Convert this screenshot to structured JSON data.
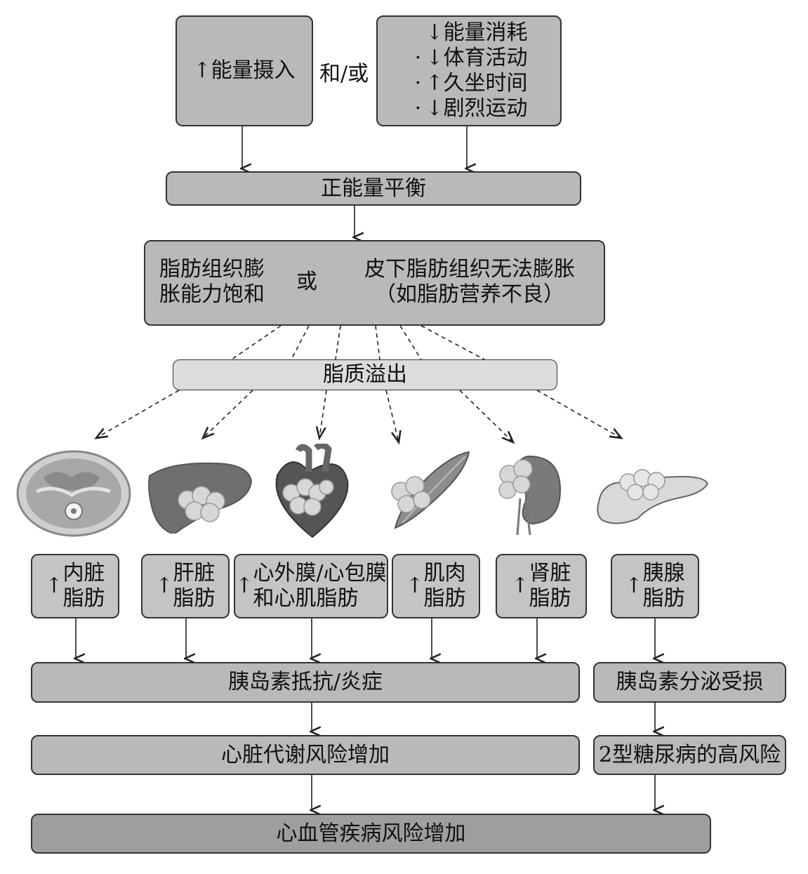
{
  "intake": {
    "arrow": "↑",
    "text": "能量摄入"
  },
  "connector": "和/或",
  "expenditure": {
    "lines": [
      {
        "bullet": "",
        "arrow": "↓",
        "text": "能量消耗"
      },
      {
        "bullet": "·",
        "arrow": "↓",
        "text": "体育活动"
      },
      {
        "bullet": "·",
        "arrow": "↑",
        "text": "久坐时间"
      },
      {
        "bullet": "·",
        "arrow": "↓",
        "text": "剧烈运动"
      }
    ]
  },
  "positive_balance": "正能量平衡",
  "adipose": {
    "left_line1": "脂肪组织膨",
    "left_line2": "胀能力饱和",
    "or": "或",
    "right_line1": "皮下脂肪组织无法膨胀",
    "right_line2": "（如脂肪营养不良）"
  },
  "lipid_spillover": "脂质溢出",
  "organs": [
    {
      "icon": "abdomen-ct",
      "arrow": "↑",
      "line1": "内脏",
      "line2": "脂肪"
    },
    {
      "icon": "liver",
      "arrow": "↑",
      "line1": "肝脏",
      "line2": "脂肪"
    },
    {
      "icon": "heart",
      "arrow": "↑",
      "line1": "心外膜/心包膜",
      "line2": "和心肌脂肪"
    },
    {
      "icon": "muscle",
      "arrow": "↑",
      "line1": "肌肉",
      "line2": "脂肪"
    },
    {
      "icon": "kidney",
      "arrow": "↑",
      "line1": "肾脏",
      "line2": "脂肪"
    },
    {
      "icon": "pancreas",
      "arrow": "↑",
      "line1": "胰腺",
      "line2": "脂肪"
    }
  ],
  "insulin_resistance": "胰岛素抵抗/炎症",
  "insulin_secretion": "胰岛素分泌受损",
  "cardiometabolic_risk": "心脏代谢风险增加",
  "t2d_risk": "2型糖尿病的高风险",
  "cvd_risk": "心血管疾病风险增加",
  "colors": {
    "box": "#b9b9b9",
    "light": "#dcdcdc",
    "dark": "#9e9e9e",
    "line": "#222222"
  }
}
